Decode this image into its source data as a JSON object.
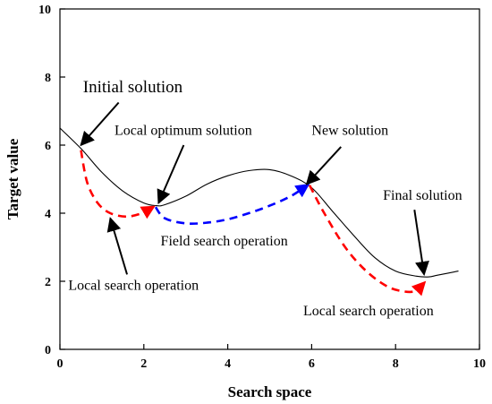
{
  "chart_data": {
    "type": "line",
    "xlabel": "Search space",
    "ylabel": "Target value",
    "xlim": [
      0,
      10
    ],
    "ylim": [
      0,
      10
    ],
    "xticks": [
      "0",
      "2",
      "4",
      "6",
      "8",
      "10"
    ],
    "yticks": [
      "0",
      "2",
      "4",
      "6",
      "8",
      "10"
    ],
    "grid": false,
    "series": [
      {
        "color": "#000000",
        "style": "solid",
        "x": [
          0.0,
          0.5,
          1.0,
          1.5,
          2.0,
          2.3,
          2.5,
          3.0,
          3.5,
          4.0,
          4.5,
          5.0,
          5.5,
          6.0,
          6.5,
          7.0,
          7.5,
          8.0,
          8.5,
          8.8,
          9.0,
          9.5
        ],
        "y": [
          6.5,
          5.9,
          5.2,
          4.65,
          4.3,
          4.22,
          4.25,
          4.5,
          4.85,
          5.1,
          5.25,
          5.28,
          5.1,
          4.75,
          4.05,
          3.35,
          2.7,
          2.3,
          2.15,
          2.13,
          2.18,
          2.3
        ]
      },
      {
        "color": "#ff0000",
        "style": "dashed",
        "x": [
          0.5,
          0.65,
          0.9,
          1.2,
          1.6,
          2.0,
          2.22
        ],
        "y": [
          5.85,
          4.9,
          4.3,
          4.0,
          3.9,
          4.02,
          4.18
        ]
      },
      {
        "color": "#0000ff",
        "style": "dashed",
        "x": [
          2.28,
          2.5,
          3.0,
          3.5,
          4.0,
          4.5,
          5.0,
          5.5,
          5.9
        ],
        "y": [
          4.18,
          3.85,
          3.7,
          3.72,
          3.82,
          4.0,
          4.22,
          4.5,
          4.82
        ]
      },
      {
        "color": "#ff0000",
        "style": "dashed",
        "x": [
          5.95,
          6.3,
          6.8,
          7.3,
          7.8,
          8.2,
          8.5,
          8.68
        ],
        "y": [
          4.82,
          4.0,
          3.0,
          2.3,
          1.85,
          1.7,
          1.72,
          1.95
        ]
      }
    ],
    "annotations": [
      {
        "text": "Initial solution",
        "x": 0.55,
        "y": 7.55,
        "tip_x": 0.5,
        "tip_y": 6.0,
        "tail_x": 1.4,
        "tail_y": 7.25,
        "size": "big"
      },
      {
        "text": "Local optimum solution",
        "x": 1.3,
        "y": 6.3,
        "tip_x": 2.35,
        "tip_y": 4.3,
        "tail_x": 2.95,
        "tail_y": 6.0
      },
      {
        "text": "New solution",
        "x": 6.0,
        "y": 6.3,
        "tip_x": 5.88,
        "tip_y": 4.85,
        "tail_x": 6.7,
        "tail_y": 5.95
      },
      {
        "text": "Final solution",
        "x": 7.7,
        "y": 4.4,
        "tip_x": 8.68,
        "tip_y": 2.2,
        "tail_x": 8.45,
        "tail_y": 4.1
      },
      {
        "text": "Field search operation",
        "x": 2.4,
        "y": 3.05
      },
      {
        "text": "Local search operation",
        "x": 0.2,
        "y": 1.75,
        "tip_x": 1.2,
        "tip_y": 3.85,
        "tail_x": 1.6,
        "tail_y": 2.2
      },
      {
        "text": "Local search operation",
        "x": 5.8,
        "y": 1.0
      }
    ]
  }
}
